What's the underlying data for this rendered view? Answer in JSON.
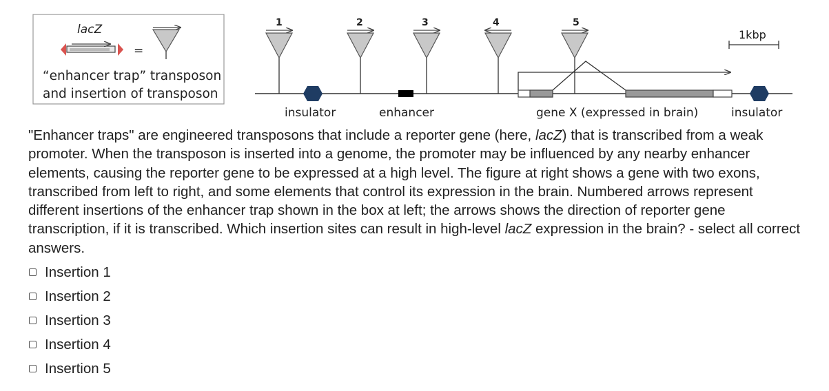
{
  "figure": {
    "legend": {
      "gene_label": "lacZ",
      "equals": "=",
      "caption_line1": "“enhancer trap” transposon",
      "caption_line2": "and insertion of transposon"
    },
    "insertion_numbers": [
      "1",
      "2",
      "3",
      "4",
      "5"
    ],
    "scale_label": "1kbp",
    "element_labels": {
      "insulator_left": "insulator",
      "enhancer": "enhancer",
      "gene": "gene X (expressed in brain)",
      "insulator_right": "insulator"
    },
    "colors": {
      "insulator": "#1f3c63",
      "enhancer": "#000000",
      "exon": "#999999",
      "transposon_triangle": "#c8c8c8",
      "lacz_end_arrow": "#d9534f"
    }
  },
  "question": {
    "part1": "\"Enhancer traps\" are engineered transposons that include a reporter gene (here, ",
    "italic1": "lacZ",
    "part2": ") that is transcribed from a weak promoter.  When the transposon is inserted into a genome, the promoter may be influenced by any nearby enhancer elements, causing the reporter gene to be expressed at a high level. The figure at right shows a gene with two exons, transcribed from left to right, and some elements that control its expression in the brain. Numbered arrows represent different insertions of the enhancer trap shown in the box at left; the arrows shows the direction of reporter gene transcription, if it is transcribed.  Which insertion sites can result in high-level ",
    "italic2": "lacZ",
    "part3": " expression in the brain? - select all correct answers."
  },
  "choices": [
    {
      "label": "Insertion 1"
    },
    {
      "label": "Insertion 2"
    },
    {
      "label": "Insertion 3"
    },
    {
      "label": "Insertion 4"
    },
    {
      "label": "Insertion 5"
    }
  ]
}
